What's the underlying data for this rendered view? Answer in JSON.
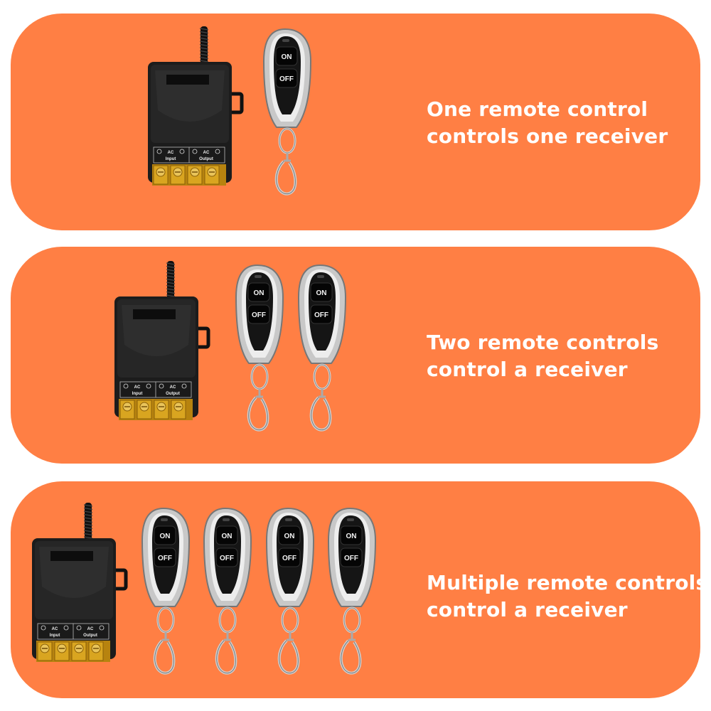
{
  "colors": {
    "panel": "#ff7f44",
    "caption": "#ffffff",
    "receiver_body": "#1c1c1c",
    "terminal_block": "#d9a520",
    "fob_chrome": "#c8c8c8",
    "fob_face": "#151515"
  },
  "icons": {
    "receiver": "rf-relay-receiver-module",
    "remote": "remote-key-fob",
    "ring": "keyring-clip"
  },
  "receiver_labels": {
    "input_top": "AC",
    "input_bottom": "Input",
    "output_top": "AC",
    "output_bottom": "Output"
  },
  "remote_labels": {
    "on": "ON",
    "off": "OFF"
  },
  "panels": [
    {
      "caption_line1": "One remote control",
      "caption_line2": "controls one receiver",
      "remote_count": 1
    },
    {
      "caption_line1": "Two remote controls",
      "caption_line2": "control a receiver",
      "remote_count": 2
    },
    {
      "caption_line1": "Multiple remote controls",
      "caption_line2": "control a receiver",
      "remote_count": 4
    }
  ]
}
